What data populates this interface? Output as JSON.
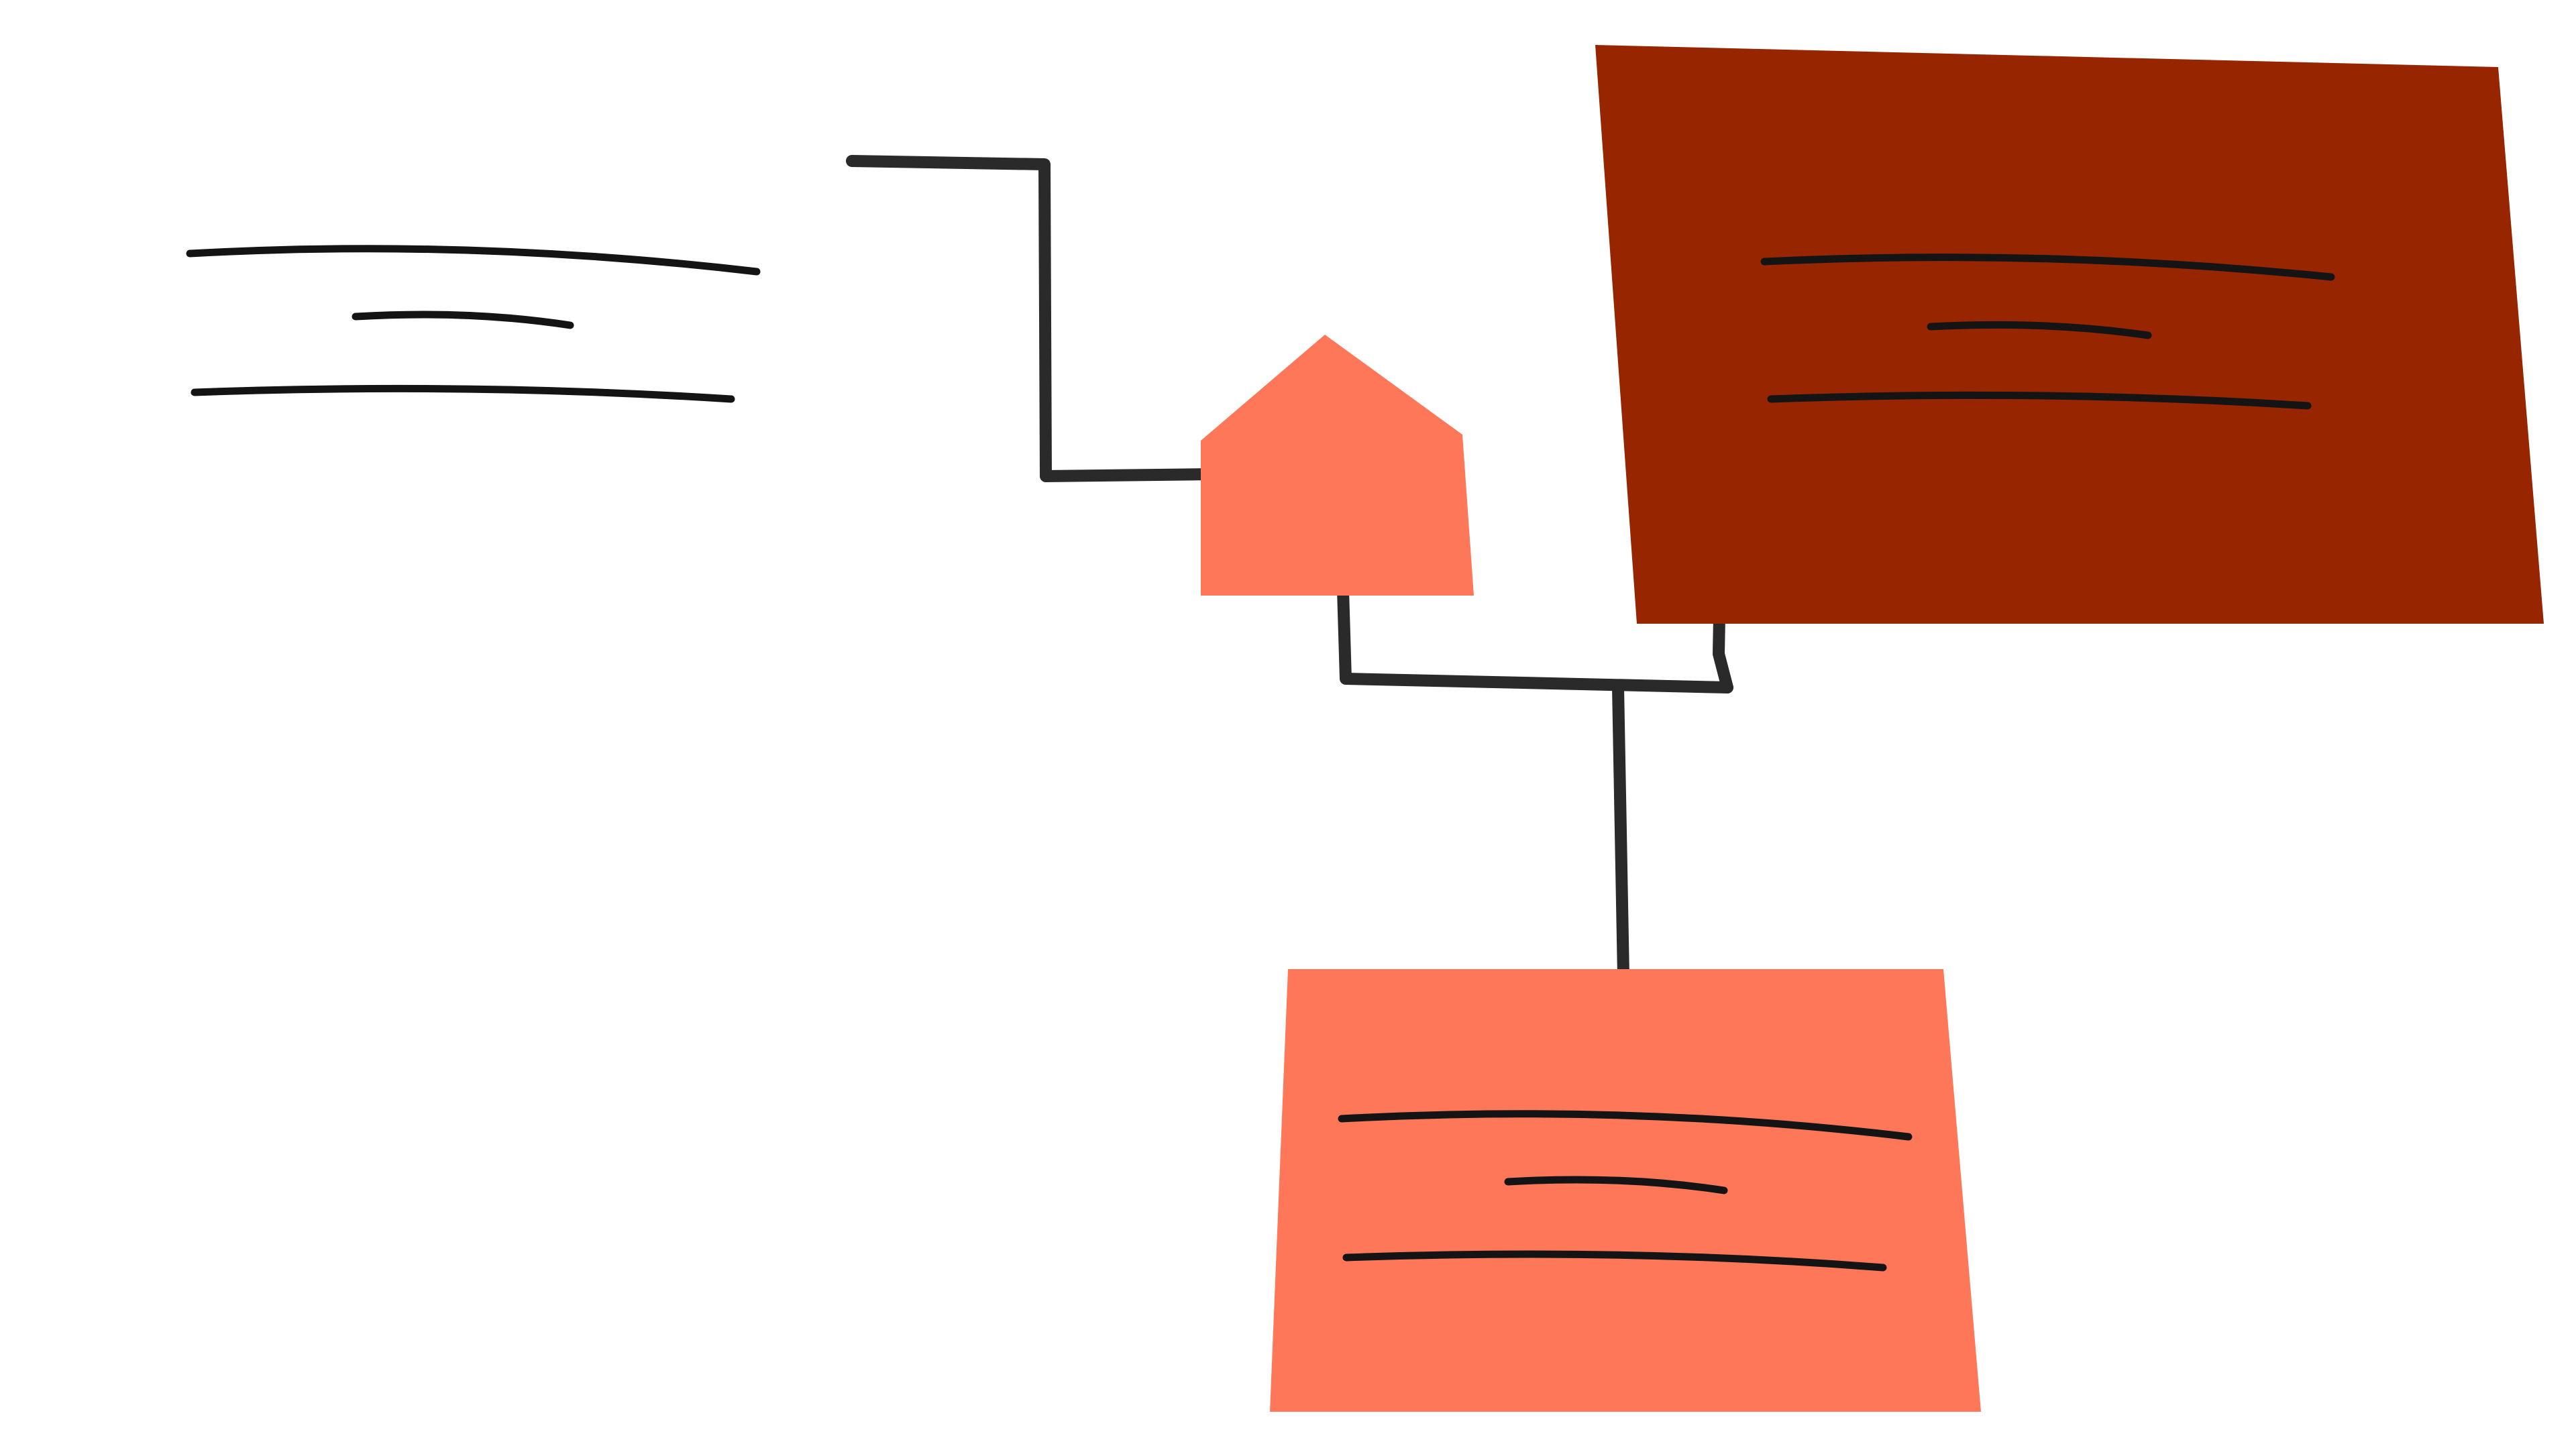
{
  "diagram": {
    "background": "#ffffff",
    "colors": {
      "ink": "#2a2a2a",
      "scribble": "#141414",
      "coral": "#ff7759",
      "rust": "#972500"
    },
    "nodes": [
      {
        "id": "text-block-left",
        "kind": "placeholder-text",
        "fill": "none",
        "text_lines": 3
      },
      {
        "id": "house-node",
        "kind": "pentagon",
        "fill": "coral"
      },
      {
        "id": "card-rust",
        "kind": "card",
        "fill": "rust",
        "text_lines": 3
      },
      {
        "id": "card-coral",
        "kind": "card",
        "fill": "coral",
        "text_lines": 3
      }
    ],
    "edges": [
      {
        "from": "text-block-left",
        "to": "house-node"
      },
      {
        "from": "house-node",
        "to": "card-rust"
      },
      {
        "from": "house-node",
        "to": "card-coral"
      },
      {
        "from": "card-rust",
        "to": "card-coral"
      }
    ]
  }
}
